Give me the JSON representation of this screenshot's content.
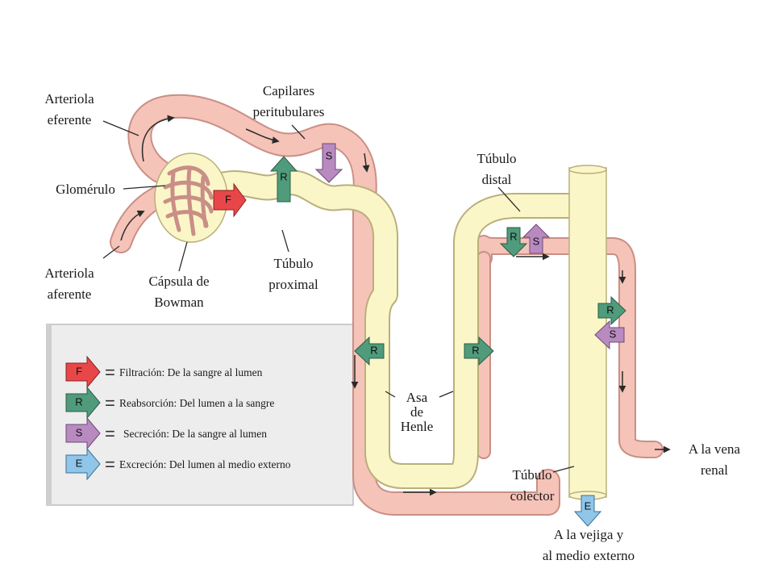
{
  "labels": {
    "arteriola_eferente": [
      "Arteriola",
      "eferente"
    ],
    "capilares_peritubulares": [
      "Capilares",
      "peritubulares"
    ],
    "glomerulo": "Glomérulo",
    "tubulo_distal": [
      "Túbulo",
      "distal"
    ],
    "arteriola_aferente": [
      "Arteriola",
      "aferente"
    ],
    "capsula_bowman": [
      "Cápsula de",
      "Bowman"
    ],
    "tubulo_proximal": [
      "Túbulo",
      "proximal"
    ],
    "asa_henle": [
      "Asa",
      "de",
      "Henle"
    ],
    "vena_renal": [
      "A la vena",
      "renal"
    ],
    "tubulo_colector": [
      "Túbulo",
      "colector"
    ],
    "vejiga": [
      "A la vejiga y",
      "al medio externo"
    ]
  },
  "arrow_letters": {
    "filtracion": "F",
    "reabsorcion": "R",
    "secrecion": "S",
    "excrecion": "E"
  },
  "legend": {
    "filtracion": "Filtración: De la sangre al lumen",
    "reabsorcion": "Reabsorción: Del lumen a la sangre",
    "secrecion": "Secreción: De la sangre al lumen",
    "excrecion": "Excreción: Del lumen al medio externo",
    "equals": "="
  },
  "colors": {
    "vessel": "#f5c3b8",
    "vessel_stroke": "#c98f86",
    "tubule": "#fbf6c8",
    "tubule_stroke": "#b9b07a",
    "filtration": "#e8474a",
    "reabsorption": "#4f9b7c",
    "secretion": "#b88ac0",
    "excretion": "#8fc6ea",
    "legend_bg": "#ededed"
  }
}
